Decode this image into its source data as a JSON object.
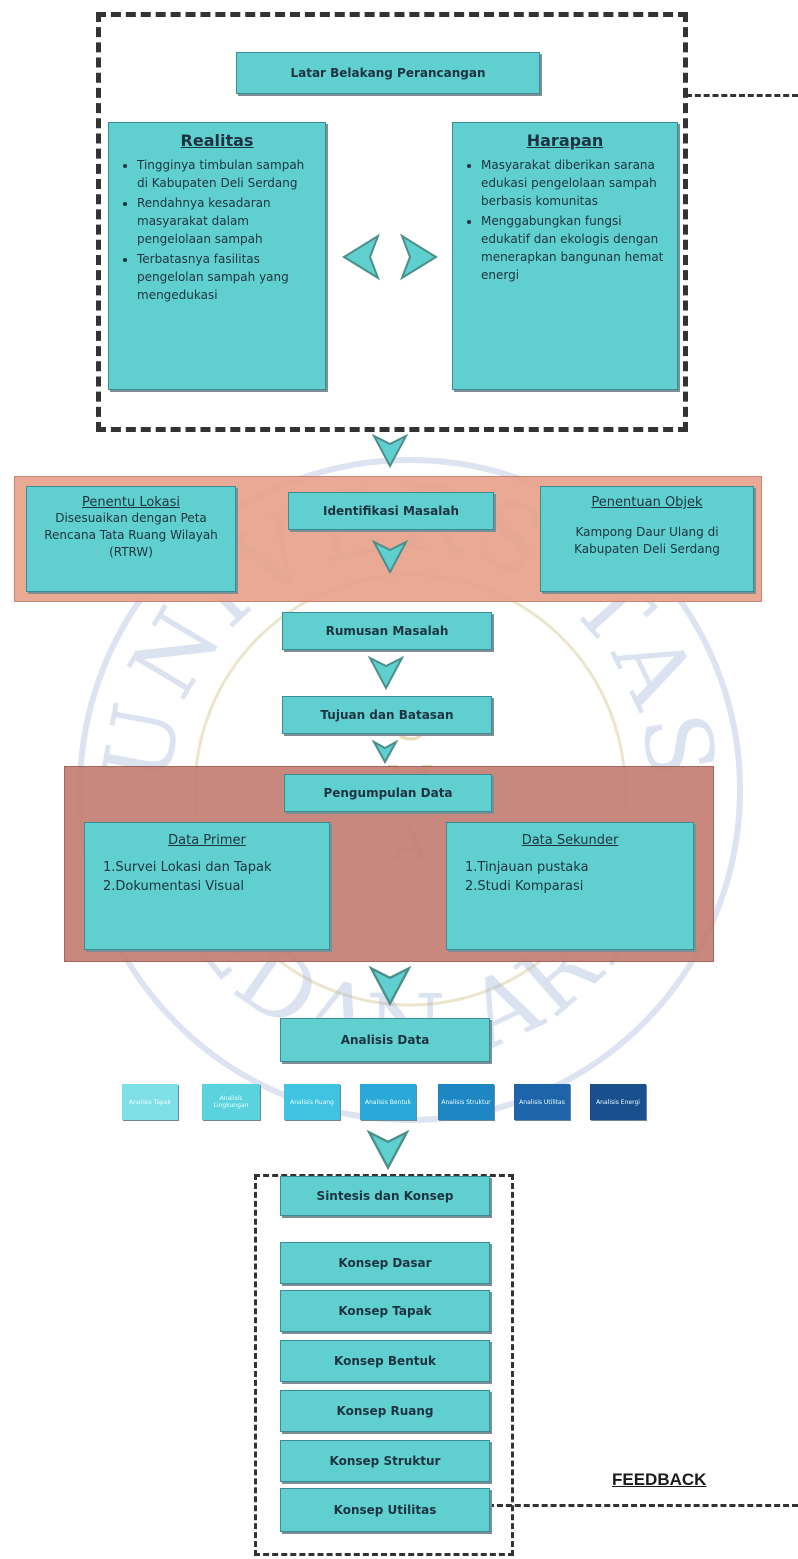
{
  "header": {
    "title": "Latar Belakang Perancangan"
  },
  "realitas": {
    "title": "Realitas",
    "items": [
      "Tingginya timbulan sampah di Kabupaten Deli Serdang",
      "Rendahnya kesadaran masyarakat dalam pengelolaan sampah",
      "Terbatasnya fasilitas pengelolan sampah yang mengedukasi"
    ]
  },
  "harapan": {
    "title": "Harapan",
    "items": [
      "Masyarakat diberikan sarana edukasi pengelolaan sampah berbasis komunitas",
      "Menggabungkan fungsi edukatif dan ekologis dengan menerapkan bangunan hemat energi"
    ]
  },
  "identifikasi": {
    "center": "Identifikasi Masalah",
    "lokasi_title": "Penentu Lokasi",
    "lokasi_body": "Disesuaikan dengan Peta Rencana Tata Ruang Wilayah (RTRW)",
    "objek_title": "Penentuan Objek",
    "objek_body": "Kampong Daur Ulang di Kabupaten Deli Serdang"
  },
  "rumusan": "Rumusan Masalah",
  "tujuan": "Tujuan dan Batasan",
  "pengumpulan": {
    "title": "Pengumpulan Data",
    "primer_title": "Data Primer",
    "primer_items": [
      "1.Survei Lokasi dan Tapak",
      "2.Dokumentasi Visual"
    ],
    "sekunder_title": "Data Sekunder",
    "sekunder_items": [
      "1.Tinjauan pustaka",
      "2.Studi Komparasi"
    ]
  },
  "analisis": {
    "title": "Analisis Data",
    "sub_boxes": [
      {
        "label": "Analisis Tapak",
        "color": "#7ee0e6"
      },
      {
        "label": "Analisis Lingkungan",
        "color": "#5ad3df"
      },
      {
        "label": "Analisis Ruang",
        "color": "#3fc3e0"
      },
      {
        "label": "Analisis Bentuk",
        "color": "#2aa9d8"
      },
      {
        "label": "Analisis Struktur",
        "color": "#1f86c4"
      },
      {
        "label": "Analisis Utilitas",
        "color": "#1d64a8"
      },
      {
        "label": "Analisis Energi",
        "color": "#1a4f8e"
      }
    ]
  },
  "sintesis": {
    "title": "Sintesis dan Konsep",
    "items": [
      "Konsep Dasar",
      "Konsep Tapak",
      "Konsep Bentuk",
      "Konsep Ruang",
      "Konsep Struktur",
      "Konsep Utilitas"
    ]
  },
  "feedback": "FEEDBACK",
  "watermark": {
    "top_text": "UNIVERSITAS",
    "bottom_text": "MEDAN AREA",
    "letters": [
      "U",
      "M",
      "A"
    ]
  },
  "colors": {
    "box_fill": "#5fd0cf",
    "identifikasi_band": "#e8a28c",
    "pengumpulan_band": "#c48074"
  }
}
